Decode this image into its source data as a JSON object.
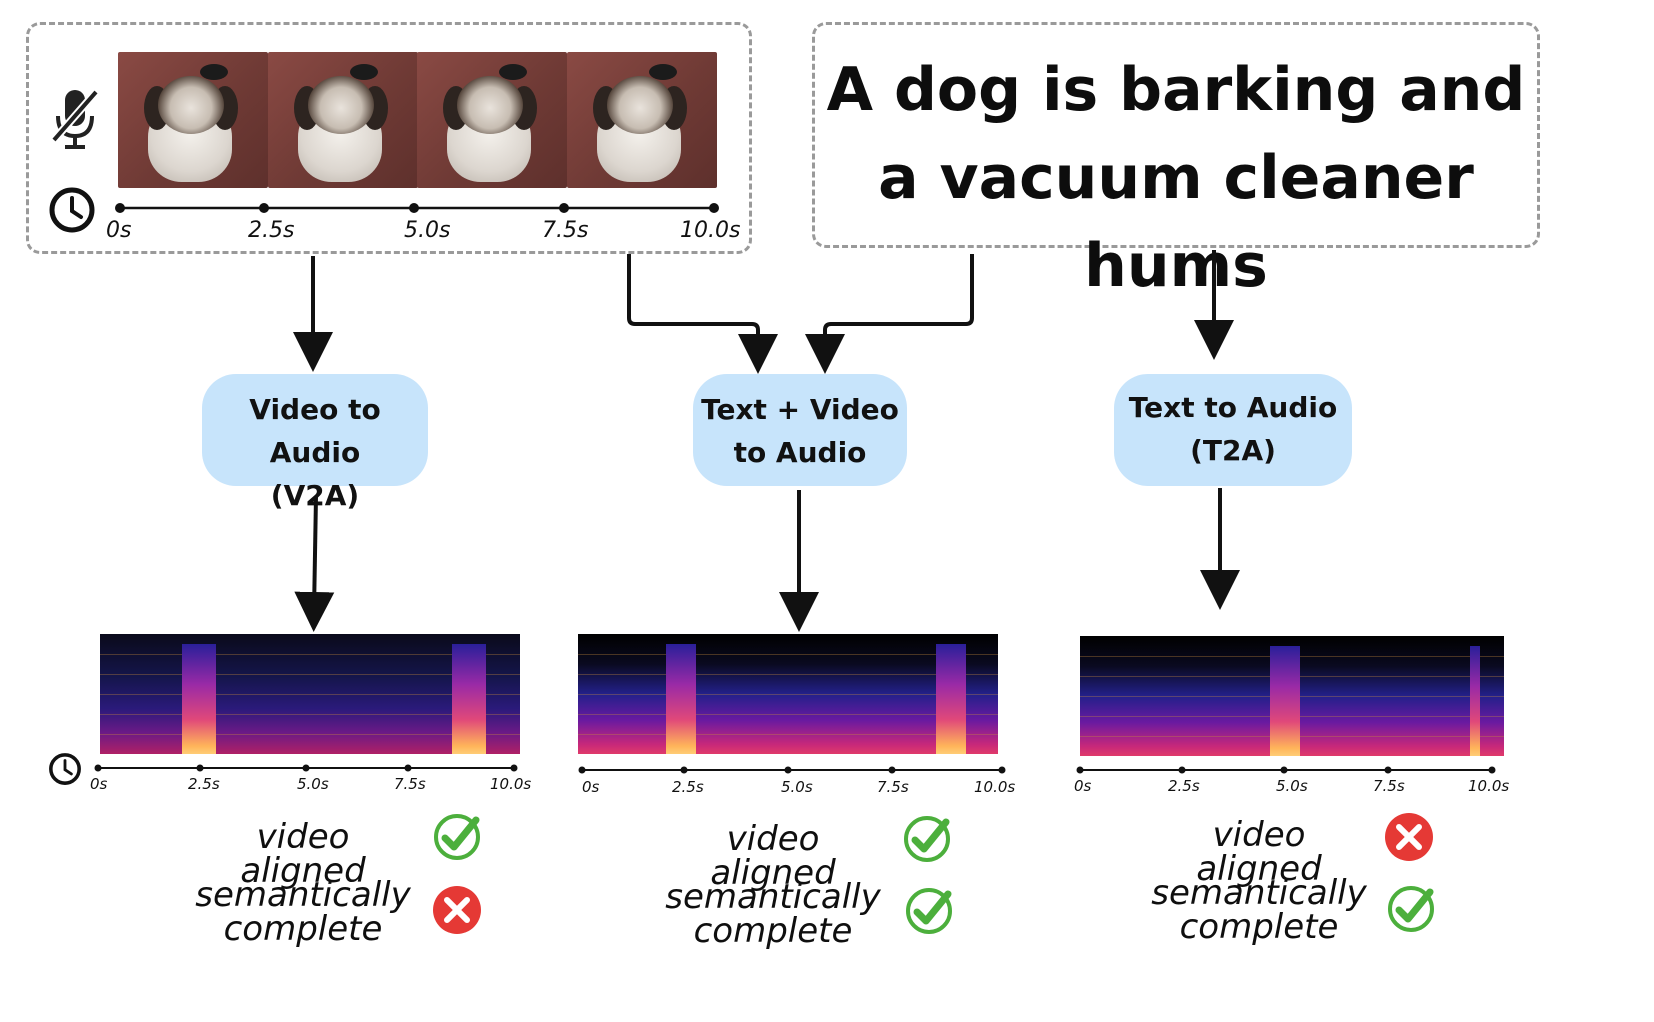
{
  "caption": {
    "line1": "A dog is barking and",
    "line2": "a vacuum cleaner hums"
  },
  "video_timeline": {
    "ticks": [
      "0s",
      "2.5s",
      "5.0s",
      "7.5s",
      "10.0s"
    ]
  },
  "tasks": {
    "v2a": {
      "line1": "Video to Audio",
      "line2": "(V2A)"
    },
    "tv2a": {
      "line1": "Text + Video",
      "line2": "to Audio"
    },
    "t2a": {
      "line1": "Text to Audio",
      "line2": "(T2A)"
    }
  },
  "spectrogram_ticks": [
    "0s",
    "2.5s",
    "5.0s",
    "7.5s",
    "10.0s"
  ],
  "results": {
    "v2a": {
      "video_aligned": "video aligned",
      "semantic_1": "semantically",
      "semantic_2": "complete",
      "video_status": "check",
      "semantic_status": "cross"
    },
    "tv2a": {
      "video_aligned": "video aligned",
      "semantic_1": "semantically",
      "semantic_2": "complete",
      "video_status": "check",
      "semantic_status": "check"
    },
    "t2a": {
      "video_aligned": "video aligned",
      "semantic_1": "semantically",
      "semantic_2": "complete",
      "video_status": "cross",
      "semantic_status": "check"
    }
  },
  "icons": {
    "muted_mic": "microphone-off-icon",
    "clock": "clock-icon",
    "check": "check-icon",
    "cross": "cross-icon"
  },
  "colors": {
    "task_box": "#c7e4fb",
    "check": "#4caf3c",
    "cross": "#e53935",
    "dashed_border": "#9a9a9a"
  }
}
